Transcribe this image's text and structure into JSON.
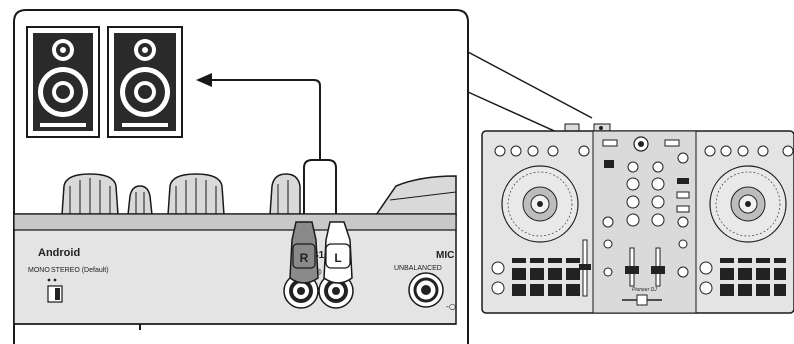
{
  "rear_panel": {
    "android_label": "Android",
    "mono_label": "MONO",
    "stereo_label": "STEREO (Default)",
    "s1_label": "S1",
    "plug_r_label": "R",
    "plug_l_label": "L",
    "mic_label": "MIC",
    "unbalanced_label": "UNBALANCED"
  },
  "controller": {
    "brand_label": "Pioneer DJ"
  },
  "colors": {
    "line": "#1a1a1a",
    "panel": "#e4e4e4",
    "panel_dark": "#b9b9b9",
    "plug_r": "#8a8a8a",
    "plug_l": "#ffffff",
    "speaker_cone": "#111111"
  }
}
